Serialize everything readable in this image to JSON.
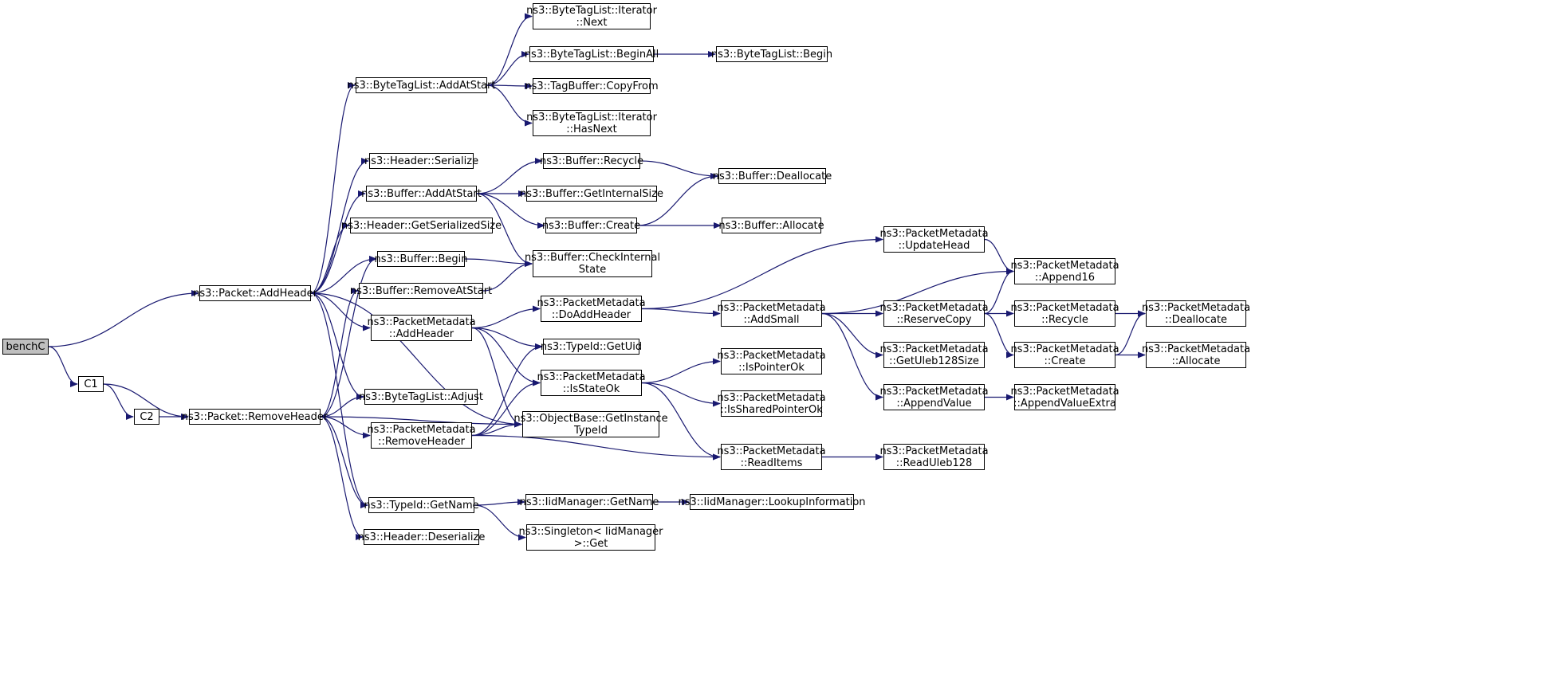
{
  "colors": {
    "edge": "#191970",
    "node_border": "#000000",
    "root_fill": "#bfbfbf",
    "node_fill": "#ffffff"
  },
  "nodes": [
    {
      "id": "benchC",
      "lines": [
        "benchC"
      ],
      "root": true
    },
    {
      "id": "C1",
      "lines": [
        "C1"
      ]
    },
    {
      "id": "C2",
      "lines": [
        "C2"
      ]
    },
    {
      "id": "Packet_AddHeader",
      "lines": [
        "ns3::Packet::AddHeader"
      ]
    },
    {
      "id": "Packet_RemoveHeader",
      "lines": [
        "ns3::Packet::RemoveHeader"
      ]
    },
    {
      "id": "BTL_AddAtStart",
      "lines": [
        "ns3::ByteTagList::AddAtStart"
      ]
    },
    {
      "id": "Header_Serialize",
      "lines": [
        "ns3::Header::Serialize"
      ]
    },
    {
      "id": "Buffer_AddAtStart",
      "lines": [
        "ns3::Buffer::AddAtStart"
      ]
    },
    {
      "id": "Header_GetSerializedSize",
      "lines": [
        "ns3::Header::GetSerializedSize"
      ]
    },
    {
      "id": "Buffer_Begin",
      "lines": [
        "ns3::Buffer::Begin"
      ]
    },
    {
      "id": "Buffer_RemoveAtStart",
      "lines": [
        "ns3::Buffer::RemoveAtStart"
      ]
    },
    {
      "id": "PM_AddHeader",
      "lines": [
        "ns3::PacketMetadata",
        "::AddHeader"
      ]
    },
    {
      "id": "BTL_Adjust",
      "lines": [
        "ns3::ByteTagList::Adjust"
      ]
    },
    {
      "id": "PM_RemoveHeader",
      "lines": [
        "ns3::PacketMetadata",
        "::RemoveHeader"
      ]
    },
    {
      "id": "TypeId_GetName",
      "lines": [
        "ns3::TypeId::GetName"
      ]
    },
    {
      "id": "Header_Deserialize",
      "lines": [
        "ns3::Header::Deserialize"
      ]
    },
    {
      "id": "BTL_Iterator_Next",
      "lines": [
        "ns3::ByteTagList::Iterator",
        "::Next"
      ]
    },
    {
      "id": "BTL_BeginAll",
      "lines": [
        "ns3::ByteTagList::BeginAll"
      ]
    },
    {
      "id": "TagBuffer_CopyFrom",
      "lines": [
        "ns3::TagBuffer::CopyFrom"
      ]
    },
    {
      "id": "BTL_Iterator_HasNext",
      "lines": [
        "ns3::ByteTagList::Iterator",
        "::HasNext"
      ]
    },
    {
      "id": "Buffer_Recycle",
      "lines": [
        "ns3::Buffer::Recycle"
      ]
    },
    {
      "id": "Buffer_GetInternalSize",
      "lines": [
        "ns3::Buffer::GetInternalSize"
      ]
    },
    {
      "id": "Buffer_Create",
      "lines": [
        "ns3::Buffer::Create"
      ]
    },
    {
      "id": "Buffer_CheckInternalState",
      "lines": [
        "ns3::Buffer::CheckInternal",
        "State"
      ]
    },
    {
      "id": "PM_DoAddHeader",
      "lines": [
        "ns3::PacketMetadata",
        "::DoAddHeader"
      ]
    },
    {
      "id": "TypeId_GetUid",
      "lines": [
        "ns3::TypeId::GetUid"
      ]
    },
    {
      "id": "PM_IsStateOk",
      "lines": [
        "ns3::PacketMetadata",
        "::IsStateOk"
      ]
    },
    {
      "id": "ObjectBase_GetInstanceTypeId",
      "lines": [
        "ns3::ObjectBase::GetInstance",
        "TypeId"
      ]
    },
    {
      "id": "IidManager_GetName",
      "lines": [
        "ns3::IidManager::GetName"
      ]
    },
    {
      "id": "Singleton_Get",
      "lines": [
        "ns3::Singleton< IidManager",
        " >::Get"
      ]
    },
    {
      "id": "BTL_Begin",
      "lines": [
        "ns3::ByteTagList::Begin"
      ]
    },
    {
      "id": "Buffer_Deallocate",
      "lines": [
        "ns3::Buffer::Deallocate"
      ]
    },
    {
      "id": "Buffer_Allocate",
      "lines": [
        "ns3::Buffer::Allocate"
      ]
    },
    {
      "id": "PM_AddSmall",
      "lines": [
        "ns3::PacketMetadata",
        "::AddSmall"
      ]
    },
    {
      "id": "PM_IsPointerOk",
      "lines": [
        "ns3::PacketMetadata",
        "::IsPointerOk"
      ]
    },
    {
      "id": "PM_IsSharedPointerOk",
      "lines": [
        "ns3::PacketMetadata",
        "::IsSharedPointerOk"
      ]
    },
    {
      "id": "PM_ReadItems",
      "lines": [
        "ns3::PacketMetadata",
        "::ReadItems"
      ]
    },
    {
      "id": "IidManager_LookupInformation",
      "lines": [
        "ns3::IidManager::LookupInformation"
      ]
    },
    {
      "id": "PM_UpdateHead",
      "lines": [
        "ns3::PacketMetadata",
        "::UpdateHead"
      ]
    },
    {
      "id": "PM_ReserveCopy",
      "lines": [
        "ns3::PacketMetadata",
        "::ReserveCopy"
      ]
    },
    {
      "id": "PM_GetUleb128Size",
      "lines": [
        "ns3::PacketMetadata",
        "::GetUleb128Size"
      ]
    },
    {
      "id": "PM_AppendValue",
      "lines": [
        "ns3::PacketMetadata",
        "::AppendValue"
      ]
    },
    {
      "id": "PM_ReadUleb128",
      "lines": [
        "ns3::PacketMetadata",
        "::ReadUleb128"
      ]
    },
    {
      "id": "PM_Append16",
      "lines": [
        "ns3::PacketMetadata",
        "::Append16"
      ]
    },
    {
      "id": "PM_Recycle",
      "lines": [
        "ns3::PacketMetadata",
        "::Recycle"
      ]
    },
    {
      "id": "PM_Create",
      "lines": [
        "ns3::PacketMetadata",
        "::Create"
      ]
    },
    {
      "id": "PM_AppendValueExtra",
      "lines": [
        "ns3::PacketMetadata",
        "::AppendValueExtra"
      ]
    },
    {
      "id": "PM_Deallocate",
      "lines": [
        "ns3::PacketMetadata",
        "::Deallocate"
      ]
    },
    {
      "id": "PM_Allocate",
      "lines": [
        "ns3::PacketMetadata",
        "::Allocate"
      ]
    }
  ],
  "edges": [
    [
      "benchC",
      "Packet_AddHeader"
    ],
    [
      "benchC",
      "C1"
    ],
    [
      "C1",
      "C2"
    ],
    [
      "C1",
      "Packet_RemoveHeader"
    ],
    [
      "C2",
      "Packet_RemoveHeader"
    ],
    [
      "Packet_AddHeader",
      "BTL_AddAtStart"
    ],
    [
      "Packet_AddHeader",
      "Header_Serialize"
    ],
    [
      "Packet_AddHeader",
      "Buffer_AddAtStart"
    ],
    [
      "Packet_AddHeader",
      "Header_GetSerializedSize"
    ],
    [
      "Packet_AddHeader",
      "Buffer_Begin"
    ],
    [
      "Packet_AddHeader",
      "PM_AddHeader"
    ],
    [
      "Packet_AddHeader",
      "BTL_Adjust"
    ],
    [
      "Packet_AddHeader",
      "ObjectBase_GetInstanceTypeId"
    ],
    [
      "Packet_AddHeader",
      "TypeId_GetName"
    ],
    [
      "Packet_RemoveHeader",
      "Buffer_Begin"
    ],
    [
      "Packet_RemoveHeader",
      "Buffer_RemoveAtStart"
    ],
    [
      "Packet_RemoveHeader",
      "BTL_Adjust"
    ],
    [
      "Packet_RemoveHeader",
      "PM_RemoveHeader"
    ],
    [
      "Packet_RemoveHeader",
      "ObjectBase_GetInstanceTypeId"
    ],
    [
      "Packet_RemoveHeader",
      "TypeId_GetName"
    ],
    [
      "Packet_RemoveHeader",
      "Header_Deserialize"
    ],
    [
      "BTL_AddAtStart",
      "BTL_Iterator_Next"
    ],
    [
      "BTL_AddAtStart",
      "BTL_BeginAll"
    ],
    [
      "BTL_AddAtStart",
      "TagBuffer_CopyFrom"
    ],
    [
      "BTL_AddAtStart",
      "BTL_Iterator_HasNext"
    ],
    [
      "BTL_BeginAll",
      "BTL_Begin"
    ],
    [
      "Buffer_AddAtStart",
      "Buffer_Recycle"
    ],
    [
      "Buffer_AddAtStart",
      "Buffer_GetInternalSize"
    ],
    [
      "Buffer_AddAtStart",
      "Buffer_Create"
    ],
    [
      "Buffer_AddAtStart",
      "Buffer_CheckInternalState"
    ],
    [
      "Buffer_Recycle",
      "Buffer_Deallocate"
    ],
    [
      "Buffer_Create",
      "Buffer_Deallocate"
    ],
    [
      "Buffer_Create",
      "Buffer_Allocate"
    ],
    [
      "Buffer_Begin",
      "Buffer_CheckInternalState"
    ],
    [
      "Buffer_RemoveAtStart",
      "Buffer_CheckInternalState"
    ],
    [
      "PM_AddHeader",
      "PM_DoAddHeader"
    ],
    [
      "PM_AddHeader",
      "TypeId_GetUid"
    ],
    [
      "PM_AddHeader",
      "PM_IsStateOk"
    ],
    [
      "PM_AddHeader",
      "ObjectBase_GetInstanceTypeId"
    ],
    [
      "PM_RemoveHeader",
      "TypeId_GetUid"
    ],
    [
      "PM_RemoveHeader",
      "PM_IsStateOk"
    ],
    [
      "PM_RemoveHeader",
      "ObjectBase_GetInstanceTypeId"
    ],
    [
      "PM_RemoveHeader",
      "PM_ReadItems"
    ],
    [
      "PM_DoAddHeader",
      "PM_UpdateHead"
    ],
    [
      "PM_DoAddHeader",
      "PM_AddSmall"
    ],
    [
      "PM_IsStateOk",
      "PM_IsPointerOk"
    ],
    [
      "PM_IsStateOk",
      "PM_IsSharedPointerOk"
    ],
    [
      "PM_IsStateOk",
      "PM_ReadItems"
    ],
    [
      "TypeId_GetName",
      "IidManager_GetName"
    ],
    [
      "TypeId_GetName",
      "Singleton_Get"
    ],
    [
      "IidManager_GetName",
      "IidManager_LookupInformation"
    ],
    [
      "PM_AddSmall",
      "PM_Append16"
    ],
    [
      "PM_AddSmall",
      "PM_ReserveCopy"
    ],
    [
      "PM_AddSmall",
      "PM_GetUleb128Size"
    ],
    [
      "PM_AddSmall",
      "PM_AppendValue"
    ],
    [
      "PM_UpdateHead",
      "PM_Append16"
    ],
    [
      "PM_ReserveCopy",
      "PM_Append16"
    ],
    [
      "PM_ReserveCopy",
      "PM_Recycle"
    ],
    [
      "PM_ReserveCopy",
      "PM_Create"
    ],
    [
      "PM_Recycle",
      "PM_Deallocate"
    ],
    [
      "PM_Create",
      "PM_Deallocate"
    ],
    [
      "PM_Create",
      "PM_Allocate"
    ],
    [
      "PM_AppendValue",
      "PM_AppendValueExtra"
    ],
    [
      "PM_ReadItems",
      "PM_ReadUleb128"
    ]
  ]
}
